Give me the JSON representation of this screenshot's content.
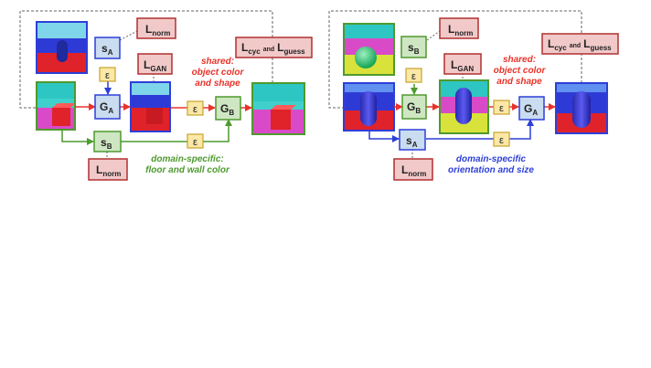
{
  "left": {
    "loss_norm_top": {
      "main": "L",
      "sub": "norm"
    },
    "loss_gan": {
      "main": "L",
      "sub": "GAN"
    },
    "loss_cyc_guess": {
      "main1": "L",
      "sub1": "cyc",
      "and": "and",
      "main2": "L",
      "sub2": "guess"
    },
    "loss_norm_bottom": {
      "main": "L",
      "sub": "norm"
    },
    "s_a": {
      "main": "s",
      "sub": "A"
    },
    "s_b": {
      "main": "s",
      "sub": "B"
    },
    "g_a": {
      "main": "G",
      "sub": "A"
    },
    "g_b": {
      "main": "G",
      "sub": "B"
    },
    "epsilon": "ε",
    "shared_note": [
      "shared:",
      "object color",
      "and shape"
    ],
    "specific_note": [
      "domain-specific:",
      "floor and wall color"
    ]
  },
  "right": {
    "loss_norm_top": {
      "main": "L",
      "sub": "norm"
    },
    "loss_gan": {
      "main": "L",
      "sub": "GAN"
    },
    "loss_cyc_guess": {
      "main1": "L",
      "sub1": "cyc",
      "and": "and",
      "main2": "L",
      "sub2": "guess"
    },
    "loss_norm_bottom": {
      "main": "L",
      "sub": "norm"
    },
    "s_b": {
      "main": "s",
      "sub": "B"
    },
    "s_a": {
      "main": "s",
      "sub": "A"
    },
    "g_b": {
      "main": "G",
      "sub": "B"
    },
    "g_a": {
      "main": "G",
      "sub": "A"
    },
    "epsilon": "ε",
    "shared_note": [
      "shared:",
      "object color",
      "and shape"
    ],
    "specific_note": [
      "domain-specific",
      "orientation and size"
    ]
  },
  "colors": {
    "red_arrow": "#e8332a",
    "blue_arrow": "#2d3fd8",
    "green_arrow": "#4e9a2e",
    "loss_fill": "#f2c9c9",
    "loss_stroke": "#b03030",
    "s_fill": "#c9dcf0",
    "g_a_fill": "#c9dcf0",
    "g_b_fill": "#cfe6c3",
    "eps_fill": "#fbe8a6",
    "eps_stroke": "#c8a22c",
    "note_red": "#e8332a",
    "note_green": "#4e9a2e",
    "note_blue": "#2d3fd8"
  }
}
